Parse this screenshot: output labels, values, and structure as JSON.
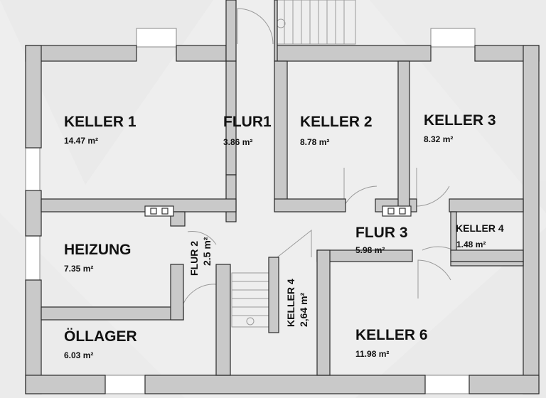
{
  "rooms": {
    "keller1": {
      "name": "KELLER 1",
      "area": "14.47 m²"
    },
    "flur1": {
      "name": "FLUR1",
      "area": "3.86 m²"
    },
    "keller2": {
      "name": "KELLER 2",
      "area": "8.78 m²"
    },
    "keller3": {
      "name": "KELLER 3",
      "area": "8.32 m²"
    },
    "heizung": {
      "name": "HEIZUNG",
      "area": "7.35 m²"
    },
    "flur2": {
      "name": "FLUR 2",
      "area": "2.5 m²"
    },
    "flur3": {
      "name": "FLUR 3",
      "area": "5.98 m²"
    },
    "keller4_small": {
      "name": "KELLER 4",
      "area": "1.48 m²"
    },
    "keller4_corr": {
      "name": "KELLER 4",
      "area": "2,64 m²"
    },
    "oellager": {
      "name": "ÖLLAGER",
      "area": "6.03 m²"
    },
    "keller6": {
      "name": "KELLER 6",
      "area": "11.98 m²"
    }
  },
  "colors": {
    "wall": "#c9c9c9",
    "wall_outline": "#2b2b2b",
    "background": "#eeeeee"
  }
}
